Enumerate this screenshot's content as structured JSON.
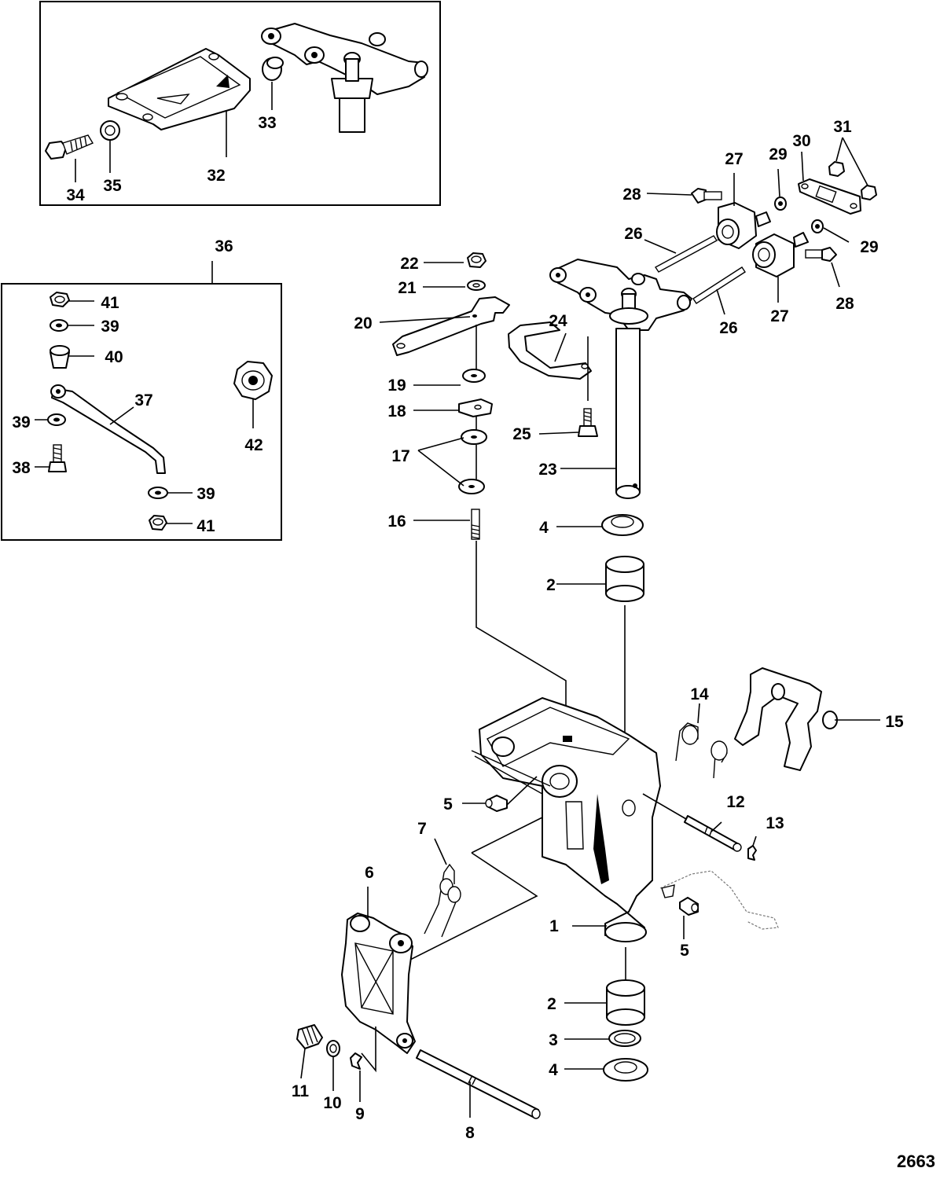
{
  "figure_number": "2663",
  "callouts": [
    {
      "id": "34",
      "text": "34"
    },
    {
      "id": "35",
      "text": "35"
    },
    {
      "id": "32",
      "text": "32"
    },
    {
      "id": "33",
      "text": "33"
    },
    {
      "id": "36",
      "text": "36"
    },
    {
      "id": "41a",
      "text": "41"
    },
    {
      "id": "39a",
      "text": "39"
    },
    {
      "id": "40",
      "text": "40"
    },
    {
      "id": "37",
      "text": "37"
    },
    {
      "id": "39b",
      "text": "39"
    },
    {
      "id": "38",
      "text": "38"
    },
    {
      "id": "42",
      "text": "42"
    },
    {
      "id": "39c",
      "text": "39"
    },
    {
      "id": "41b",
      "text": "41"
    },
    {
      "id": "22",
      "text": "22"
    },
    {
      "id": "21",
      "text": "21"
    },
    {
      "id": "20",
      "text": "20"
    },
    {
      "id": "19",
      "text": "19"
    },
    {
      "id": "18",
      "text": "18"
    },
    {
      "id": "17",
      "text": "17"
    },
    {
      "id": "16",
      "text": "16"
    },
    {
      "id": "24",
      "text": "24"
    },
    {
      "id": "25",
      "text": "25"
    },
    {
      "id": "23",
      "text": "23"
    },
    {
      "id": "4a",
      "text": "4"
    },
    {
      "id": "2a",
      "text": "2"
    },
    {
      "id": "28a",
      "text": "28"
    },
    {
      "id": "27a",
      "text": "27"
    },
    {
      "id": "29a",
      "text": "29"
    },
    {
      "id": "30",
      "text": "30"
    },
    {
      "id": "31",
      "text": "31"
    },
    {
      "id": "26a",
      "text": "26"
    },
    {
      "id": "29b",
      "text": "29"
    },
    {
      "id": "26b",
      "text": "26"
    },
    {
      "id": "27b",
      "text": "27"
    },
    {
      "id": "28b",
      "text": "28"
    },
    {
      "id": "14",
      "text": "14"
    },
    {
      "id": "15",
      "text": "15"
    },
    {
      "id": "5a",
      "text": "5"
    },
    {
      "id": "12",
      "text": "12"
    },
    {
      "id": "13",
      "text": "13"
    },
    {
      "id": "7",
      "text": "7"
    },
    {
      "id": "6",
      "text": "6"
    },
    {
      "id": "1",
      "text": "1"
    },
    {
      "id": "5b",
      "text": "5"
    },
    {
      "id": "2b",
      "text": "2"
    },
    {
      "id": "3",
      "text": "3"
    },
    {
      "id": "4b",
      "text": "4"
    },
    {
      "id": "11",
      "text": "11"
    },
    {
      "id": "10",
      "text": "10"
    },
    {
      "id": "9",
      "text": "9"
    },
    {
      "id": "8",
      "text": "8"
    }
  ]
}
